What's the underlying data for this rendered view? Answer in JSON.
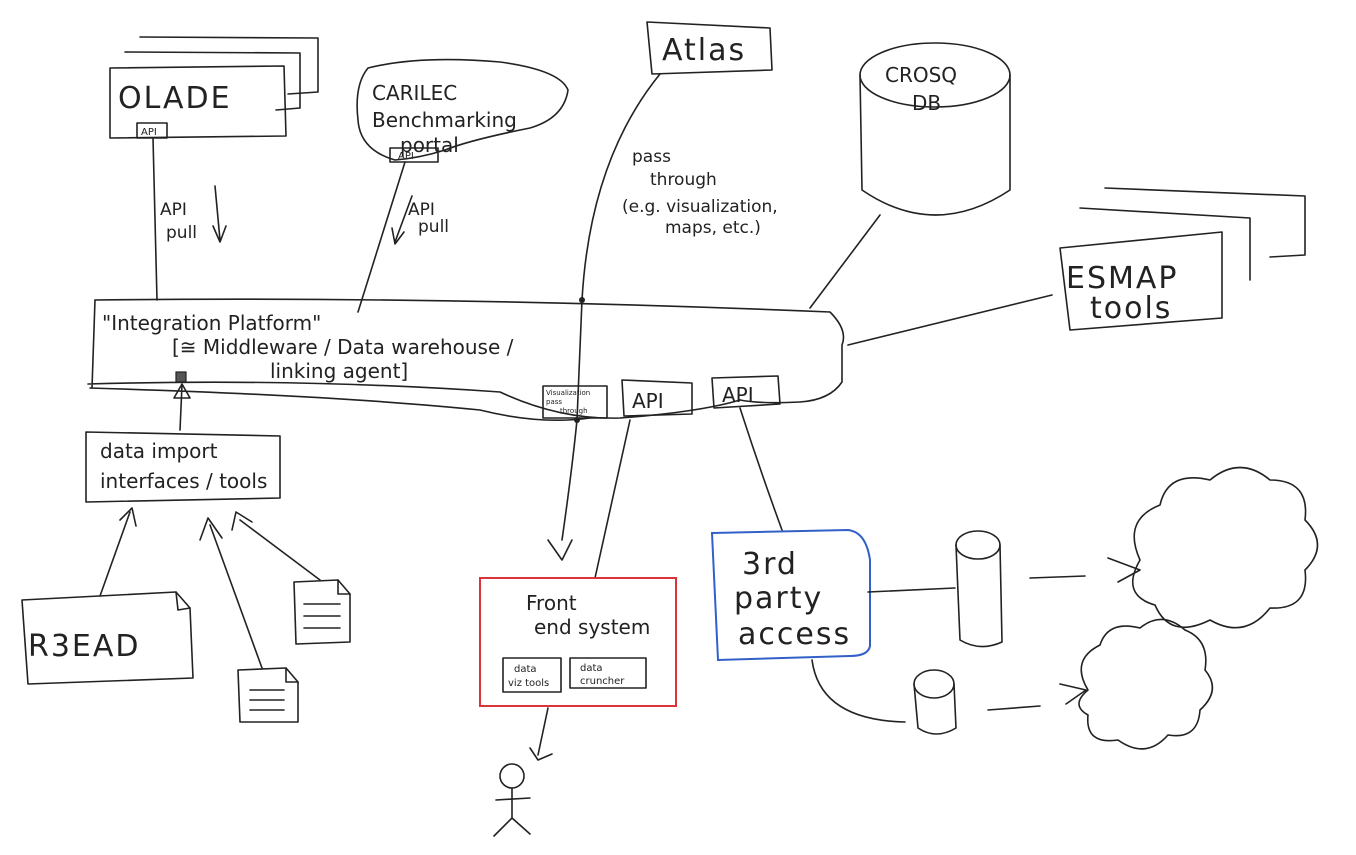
{
  "nodes": {
    "olade": {
      "label": "OLADE",
      "api_tag": "API"
    },
    "carilec": {
      "line1": "CARILEC",
      "line2": "Benchmarking",
      "line3": "portal",
      "api_tag": "API"
    },
    "atlas": {
      "label": "Atlas"
    },
    "crosq": {
      "line1": "CROSQ",
      "line2": "DB"
    },
    "esmap": {
      "line1": "ESMAP",
      "line2": "tools"
    },
    "integration": {
      "line1": "\"Integration Platform\"",
      "line2": "[≅ Middleware / Data warehouse /",
      "line3": "linking agent]",
      "viz_tag_line1": "Visualization",
      "viz_tag_line2": "pass",
      "viz_tag_line3": "through",
      "api_tag_1": "API",
      "api_tag_2": "API"
    },
    "data_import": {
      "line1": "data import",
      "line2": "interfaces / tools"
    },
    "r3ead": {
      "label": "R3EAD"
    },
    "frontend": {
      "line1": "Front",
      "line2": "end system",
      "sub1_line1": "data",
      "sub1_line2": "viz tools",
      "sub2_line1": "data",
      "sub2_line2": "cruncher"
    },
    "third_party": {
      "line1": "3rd",
      "line2": "party",
      "line3": "access"
    }
  },
  "edges": {
    "olade_pull": {
      "line1": "API",
      "line2": "pull"
    },
    "carilec_pull": {
      "line1": "API",
      "line2": "pull"
    },
    "atlas_pass": {
      "line1": "pass",
      "line2": "through",
      "line3": "(e.g. visualization,",
      "line4": "maps, etc.)"
    }
  },
  "colors": {
    "ink": "#222222",
    "frontend_border": "#d8343a",
    "third_party_border": "#3060c8"
  }
}
